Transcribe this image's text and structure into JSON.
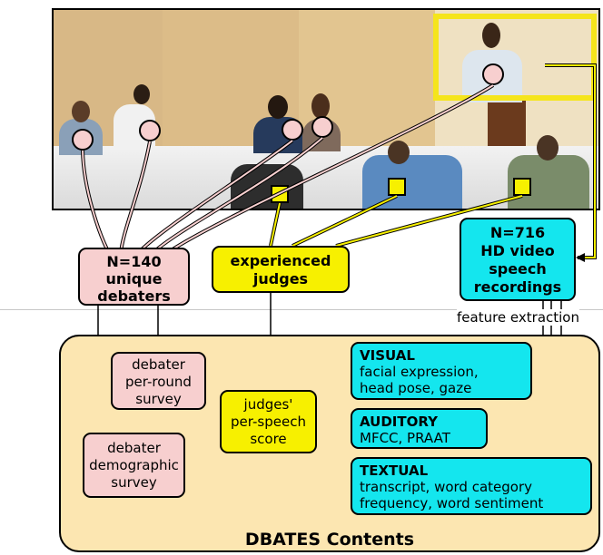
{
  "debaters_box": {
    "line1": "N=140",
    "line2": "unique",
    "line3": "debaters"
  },
  "judges_box": {
    "line1": "experienced",
    "line2": "judges"
  },
  "video_box": {
    "line1": "N=716",
    "line2": "HD video",
    "line3": "speech",
    "line4": "recordings"
  },
  "feature_extraction": "feature extraction",
  "surveys": {
    "per_round": {
      "line1": "debater",
      "line2": "per-round",
      "line3": "survey"
    },
    "demographic": {
      "line1": "debater",
      "line2": "demographic",
      "line3": "survey"
    }
  },
  "judges_score": {
    "line1": "judges'",
    "line2": "per-speech",
    "line3": "score"
  },
  "categories": {
    "visual": {
      "title": "VISUAL",
      "line1": "facial expression,",
      "line2": "head pose, gaze"
    },
    "auditory": {
      "title": "AUDITORY",
      "line1": "MFCC, PRAAT"
    },
    "textual": {
      "title": "TEXTUAL",
      "line1": "transcript, word category",
      "line2": "frequency, word sentiment"
    }
  },
  "contents_title": "DBATES Contents",
  "colors": {
    "debater": "#f7cfcf",
    "judge": "#f7f000",
    "video": "#14e6ee",
    "contents": "#fce6b1"
  }
}
